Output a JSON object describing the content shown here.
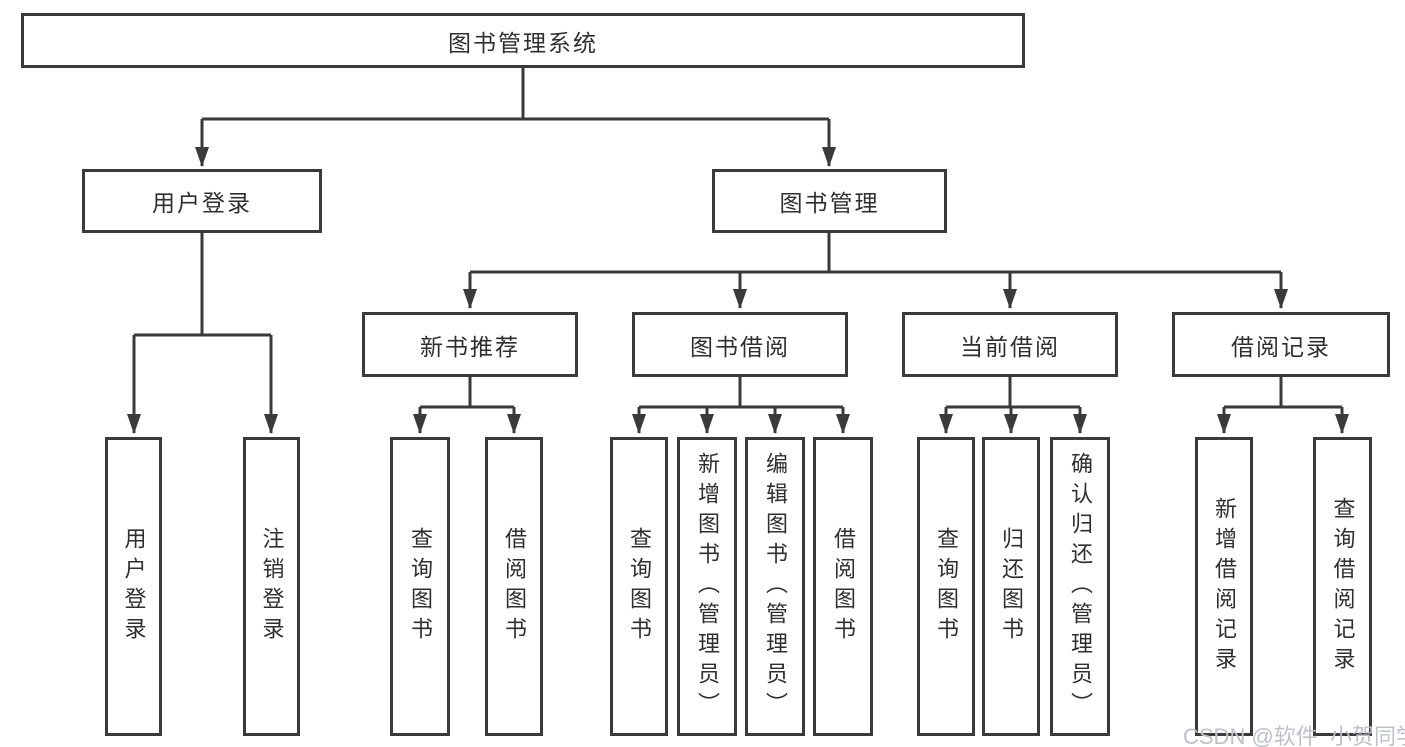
{
  "tree": {
    "root": "图书管理系统",
    "level2": [
      "用户登录",
      "图书管理"
    ],
    "level3": [
      "新书推荐",
      "图书借阅",
      "当前借阅",
      "借阅记录"
    ],
    "user_login_children": [
      "用户登录",
      "注销登录"
    ],
    "new_book_children": [
      "查询图书",
      "借阅图书"
    ],
    "book_borrow_children": [
      "查询图书",
      "新增图书（管理员）",
      "编辑图书（管理员）",
      "借阅图书"
    ],
    "current_borrow_children": [
      "查询图书",
      "归还图书",
      "确认归还（管理员）"
    ],
    "borrow_record_children": [
      "新增借阅记录",
      "查询借阅记录"
    ]
  },
  "watermark": {
    "text": "CSDN @软件_小贺同学"
  },
  "colors": {
    "line": "#3a3a3a",
    "box_border": "#3a3a3a",
    "text": "#2f2f2f",
    "watermark": "#bdc1c9",
    "background": "#ffffff"
  }
}
